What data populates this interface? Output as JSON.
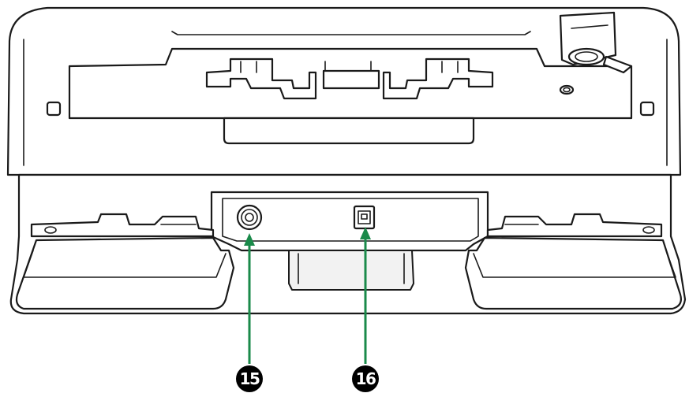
{
  "diagram": {
    "subject": "scanner-rear-view",
    "colors": {
      "outline": "#1a1a1a",
      "body_fill": "#ffffff",
      "callout_line": "#1a8a4a",
      "callout_badge": "#000000",
      "callout_text": "#ffffff"
    },
    "callouts": [
      {
        "id": "power-jack",
        "number": "15"
      },
      {
        "id": "usb-port",
        "number": "16"
      }
    ]
  }
}
